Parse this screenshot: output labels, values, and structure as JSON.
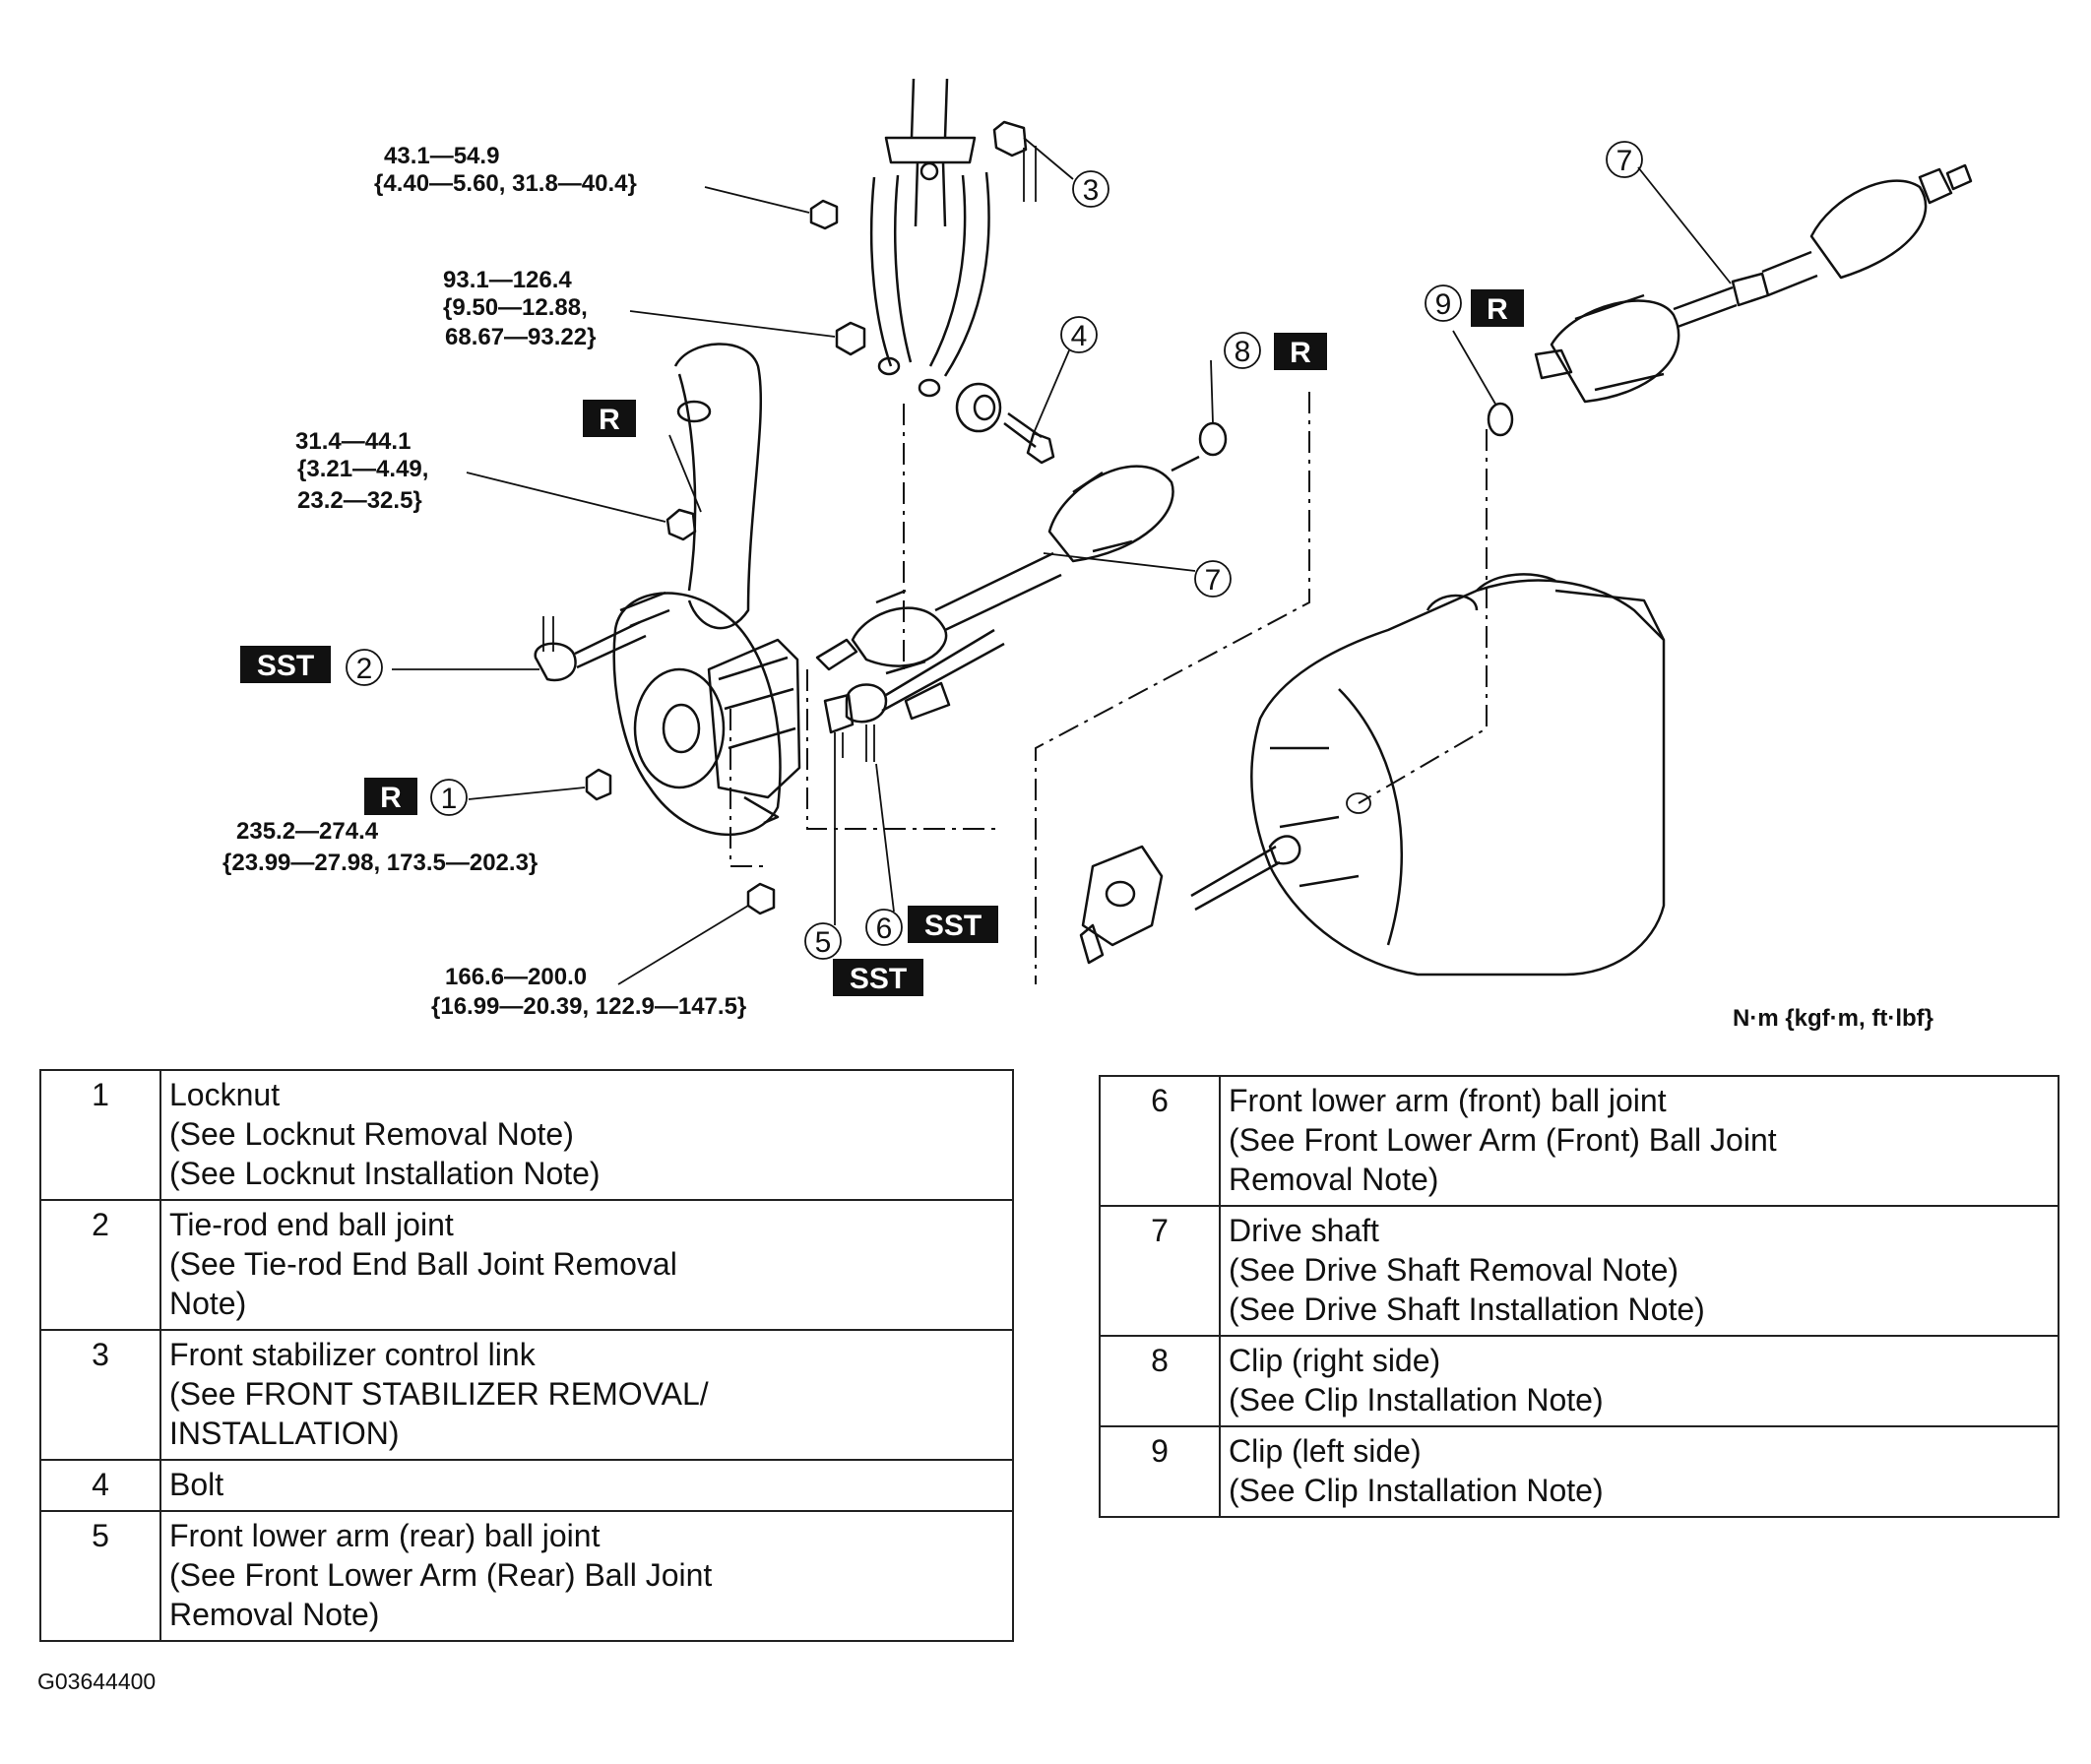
{
  "torque_labels": {
    "t1_a": "43.1—54.9",
    "t1_b": "{4.40—5.60, 31.8—40.4}",
    "t2_a": "93.1—126.4",
    "t2_b": "{9.50—12.88,",
    "t2_c": "68.67—93.22}",
    "t3_a": "31.4—44.1",
    "t3_b": "{3.21—4.49,",
    "t3_c": "23.2—32.5}",
    "t4_a": "235.2—274.4",
    "t4_b": "{23.99—27.98, 173.5—202.3}",
    "t5_a": "166.6—200.0",
    "t5_b": "{16.99—20.39, 122.9—147.5}"
  },
  "badges": {
    "replace": "R",
    "special_tool": "SST"
  },
  "callout_numbers": {
    "n1": "1",
    "n2": "2",
    "n3": "3",
    "n4": "4",
    "n5": "5",
    "n6": "6",
    "n7": "7",
    "n8": "8",
    "n9": "9"
  },
  "unit_label": "N·m {kgf·m,  ft·lbf}",
  "figure_code": "G03644400",
  "parts_left": [
    {
      "num": "1",
      "lines": [
        "Locknut",
        "(See Locknut Removal Note)",
        "(See Locknut Installation Note)"
      ]
    },
    {
      "num": "2",
      "lines": [
        "Tie-rod end ball joint",
        "(See Tie-rod End Ball Joint Removal",
        "Note)"
      ]
    },
    {
      "num": "3",
      "lines": [
        "Front stabilizer control link",
        "(See FRONT STABILIZER REMOVAL/",
        "INSTALLATION)"
      ]
    },
    {
      "num": "4",
      "lines": [
        "Bolt"
      ]
    },
    {
      "num": "5",
      "lines": [
        "Front lower arm (rear) ball joint",
        "(See Front Lower Arm (Rear) Ball Joint",
        "Removal Note)"
      ]
    }
  ],
  "parts_right": [
    {
      "num": "6",
      "lines": [
        "Front lower arm (front) ball joint",
        "(See Front Lower Arm (Front) Ball Joint",
        "Removal Note)"
      ]
    },
    {
      "num": "7",
      "lines": [
        "Drive shaft",
        "(See Drive Shaft Removal Note)",
        "(See Drive Shaft Installation Note)"
      ]
    },
    {
      "num": "8",
      "lines": [
        "Clip (right side)",
        "(See Clip Installation Note)"
      ]
    },
    {
      "num": "9",
      "lines": [
        "Clip (left side)",
        "(See  Clip Installation Note)"
      ]
    }
  ]
}
